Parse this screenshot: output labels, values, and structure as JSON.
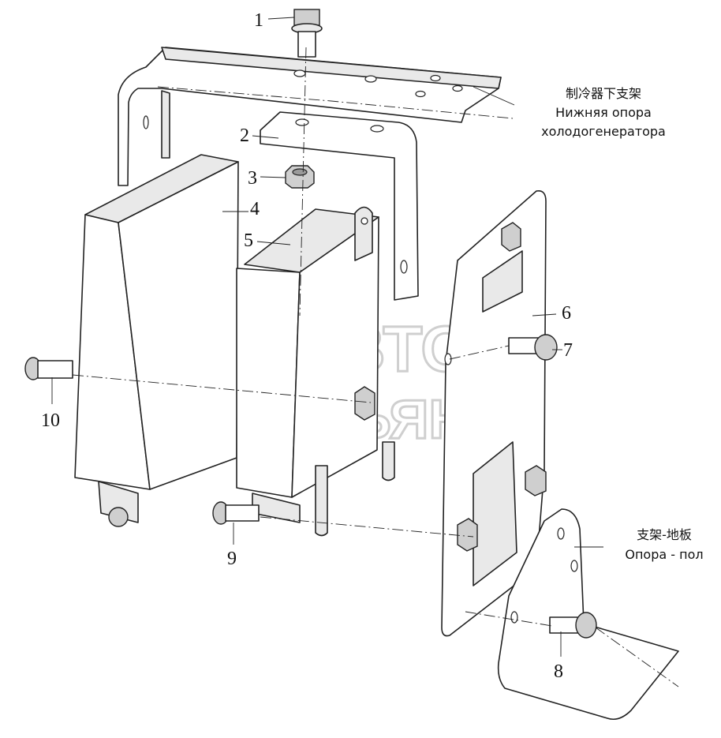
{
  "callouts": [
    "1",
    "2",
    "3",
    "4",
    "5",
    "6",
    "7",
    "8",
    "9",
    "10"
  ],
  "labels": {
    "cooler_bracket": {
      "zh": "制冷器下支架",
      "ru_line1": "Нижняя опора",
      "ru_line2": "холодогенератора"
    },
    "floor_bracket": {
      "zh": "支架-地板",
      "ru": "Опора - пол"
    }
  },
  "watermark": {
    "line1": "АВТО",
    "line2": "АЛЬЯНС"
  }
}
